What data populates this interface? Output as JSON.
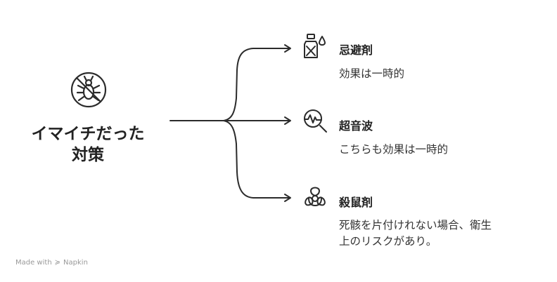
{
  "center": {
    "icon": "crossed-out-bug-icon",
    "title_line1": "イマイチだった",
    "title_line2": "対策"
  },
  "branches": [
    {
      "icon": "repellent-bottle-icon",
      "title": "忌避剤",
      "desc_lines": [
        "効果は一時的"
      ]
    },
    {
      "icon": "sound-wave-magnifier-icon",
      "title": "超音波",
      "desc_lines": [
        "こちらも効果は一時的"
      ]
    },
    {
      "icon": "biohazard-icon",
      "title": "殺鼠剤",
      "desc_lines": [
        "死骸を片付けれない場合、衛生",
        "上のリスクがあり。"
      ]
    }
  ],
  "footer": {
    "made_with": "Made with",
    "brand": "Napkin",
    "brand_icon": "napkin-logo-icon"
  },
  "colors": {
    "stroke": "#2b2b2b",
    "text": "#222222",
    "footer": "#999999"
  }
}
